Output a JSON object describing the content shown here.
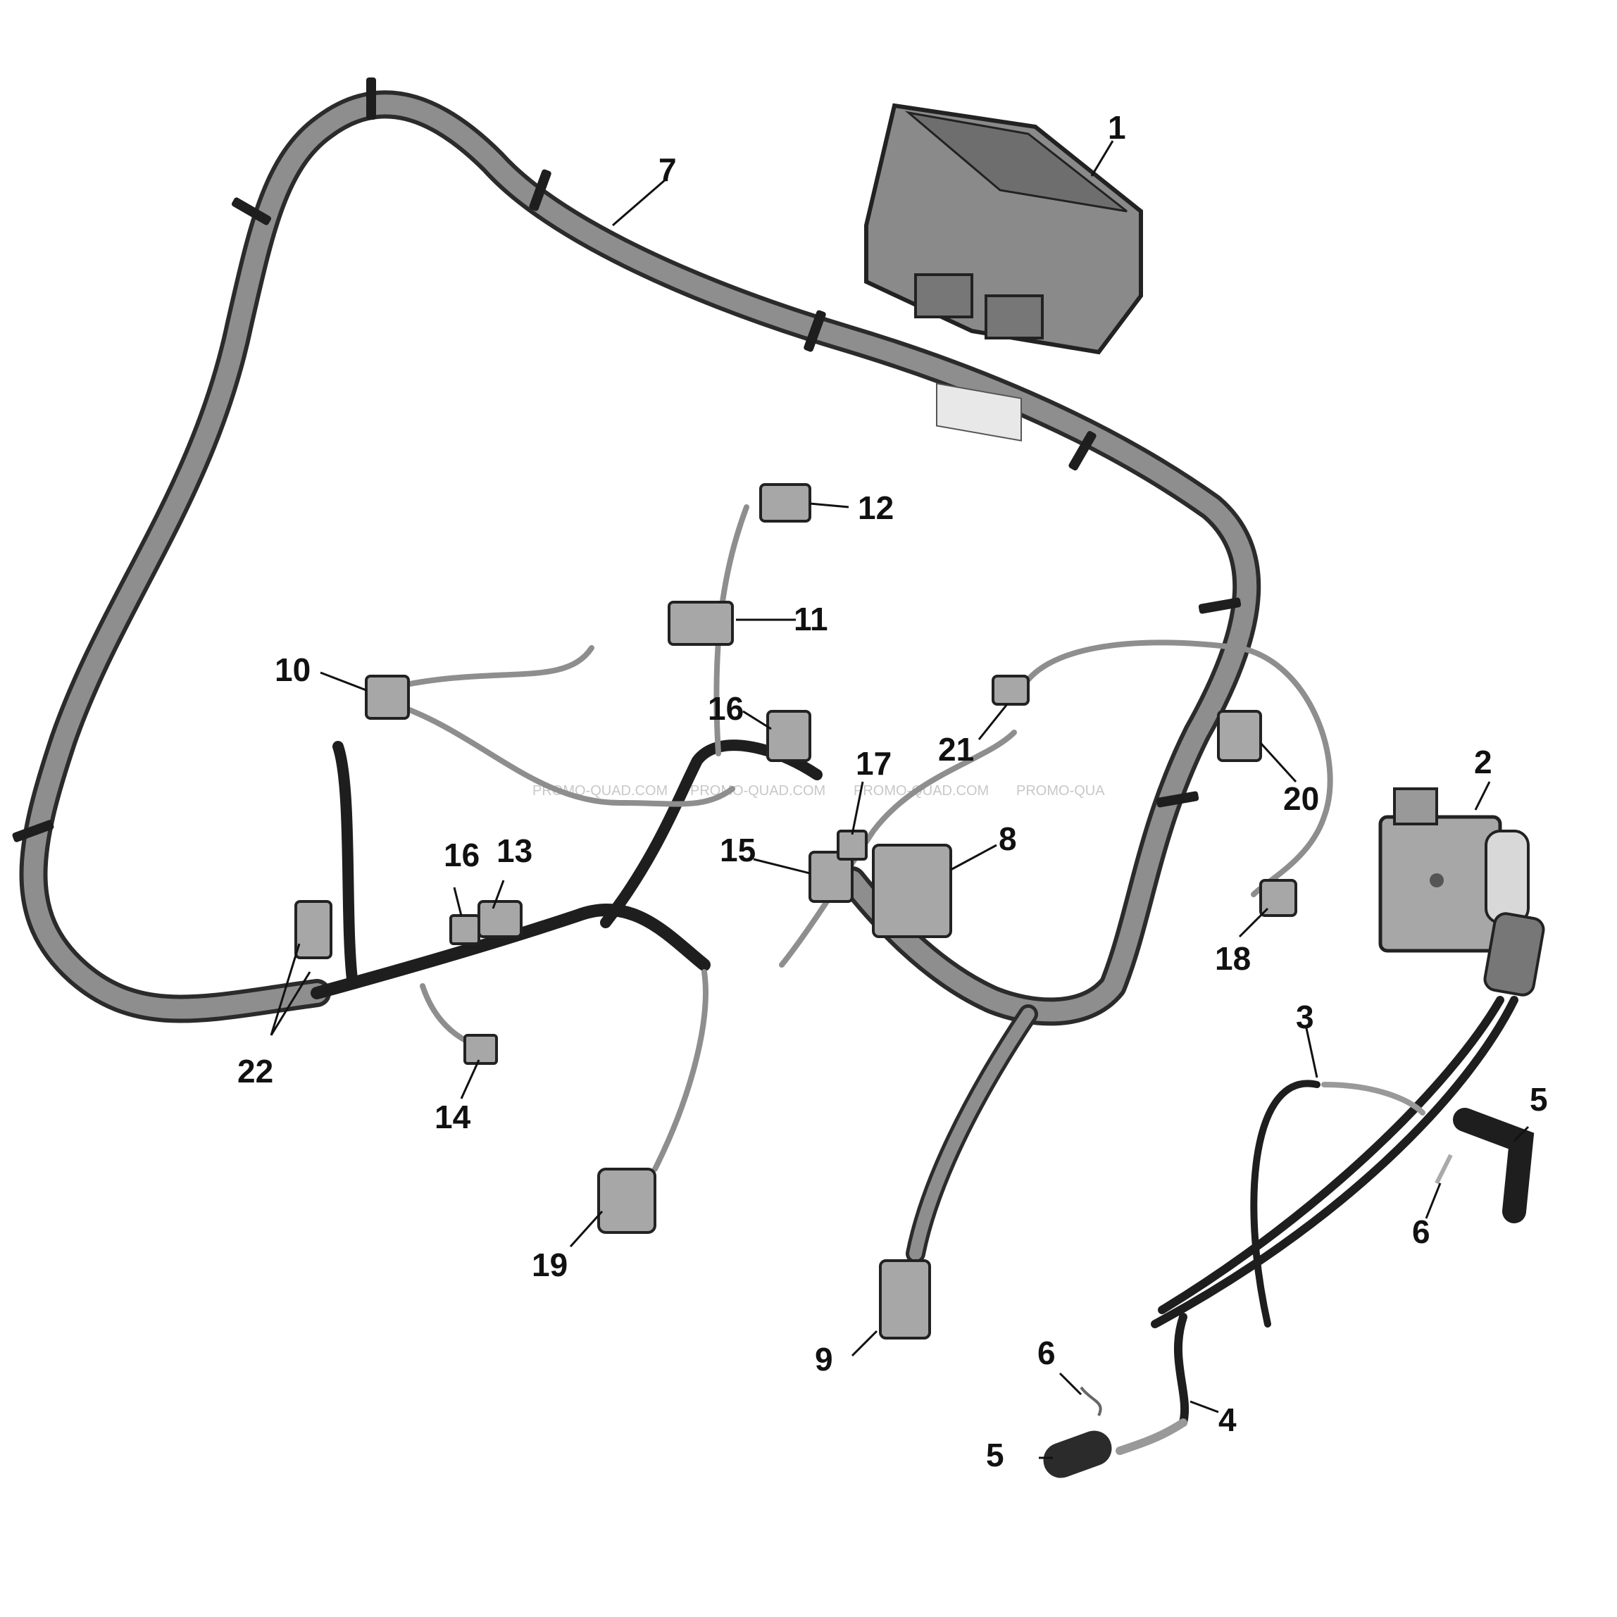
{
  "watermark": "PROMO-QUAD.COM",
  "watermark_partial": "PROMO-QUA",
  "callouts": [
    "1",
    "2",
    "3",
    "4",
    "5",
    "5",
    "6",
    "6",
    "7",
    "8",
    "9",
    "10",
    "11",
    "12",
    "13",
    "14",
    "15",
    "16",
    "16",
    "17",
    "18",
    "19",
    "20",
    "21",
    "22"
  ],
  "colors": {
    "harness_outline": "#2b2b2b",
    "harness_fill": "#8e8e8e",
    "wire_dark": "#1e1e1e",
    "part_fill": "#a7a7a7",
    "label_text": "#111111"
  }
}
